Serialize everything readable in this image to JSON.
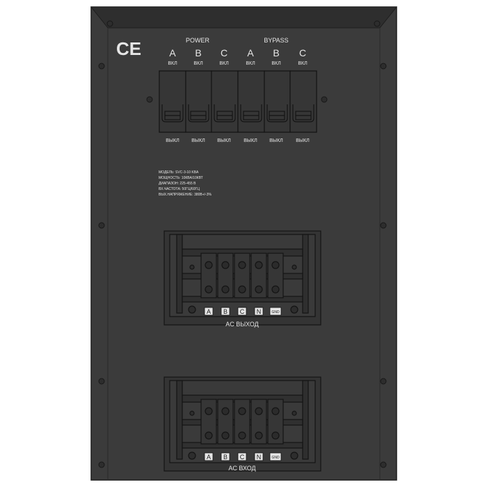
{
  "certification": {
    "mark": "CE"
  },
  "breakers": {
    "power_title": "POWER",
    "bypass_title": "BYPASS",
    "on_label": "ВКЛ",
    "off_label": "ВЫКЛ",
    "phases": [
      "A",
      "B",
      "C",
      "A",
      "B",
      "C"
    ]
  },
  "specs": [
    "МОДЕЛЬ: SVC-3-10 KBA",
    "МОЩНОСТЬ: 10КВА/10КВТ",
    "ДИАПАЗОН: 225-455 В",
    "ВХ.ЧАСТОТА: 50ГЦ/60ГЦ",
    "ВЫХ.НАПРЯЖЕНИЕ: 380В+/-3%"
  ],
  "terminal_labels": [
    "A",
    "B",
    "C",
    "N",
    "GND"
  ],
  "output_block": {
    "caption": "AC ВЫХОД"
  },
  "input_block": {
    "caption": "AC ВХОД"
  },
  "colors": {
    "page": "#ffffff",
    "panel": "#3b3b3b",
    "bevel": "#2d2d2d",
    "breaker_face": "#363636",
    "terminal_frame": "#2f2f2f",
    "line": "#141414",
    "label_box": "#e6e6e6"
  }
}
